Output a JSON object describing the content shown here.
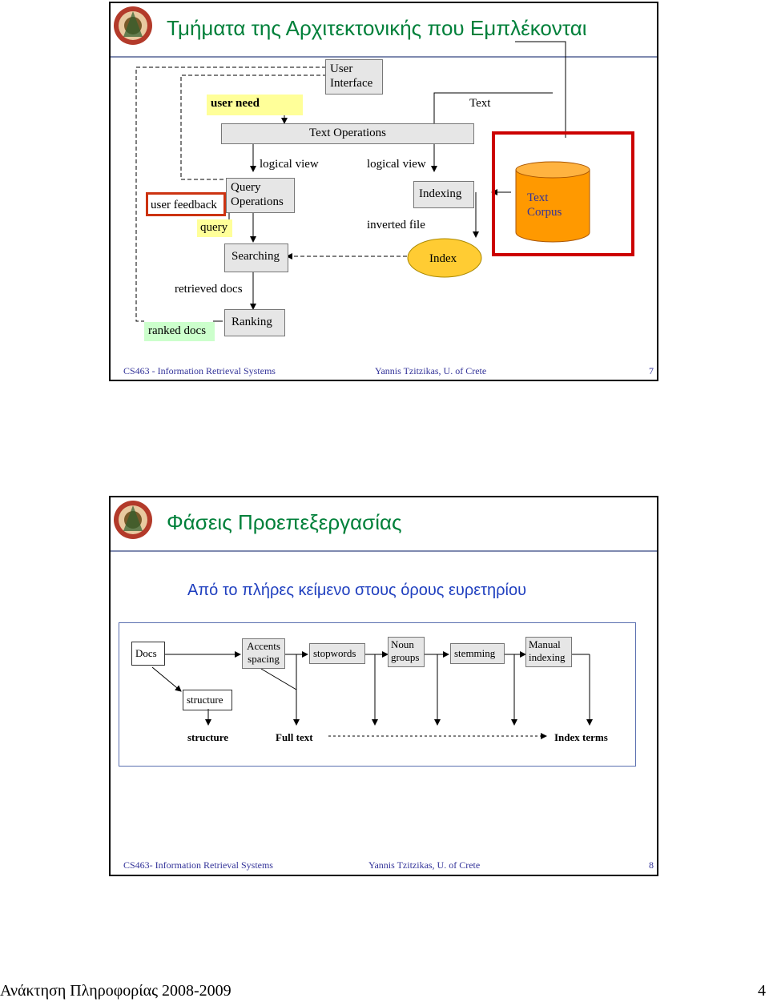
{
  "slide1": {
    "title": "Τμήματα της Αρχιτεκτονικής που Εμπλέκονται",
    "diagram": {
      "user_interface": "User\nInterface",
      "user_need": "user need",
      "text": "Text",
      "text_operations": "Text   Operations",
      "logical_view_1": "logical view",
      "logical_view_2": "logical view",
      "query_operations": "Query\nOperations",
      "user_feedback": "user feedback",
      "query": "query",
      "indexing": "Indexing",
      "inverted_file": "inverted file",
      "text_corpus": "Text\nCorpus",
      "searching": "Searching",
      "index": "Index",
      "retrieved_docs": "retrieved docs",
      "ranked_docs": "ranked docs",
      "ranking": "Ranking"
    },
    "footer": {
      "course": "CS463 - Information Retrieval Systems",
      "author": "Yannis Tzitzikas, U. of Crete",
      "page": "7"
    }
  },
  "slide2": {
    "title": "Φάσεις Προεπεξεργασίας",
    "subtitle": "Από το πλήρες κείμενο στους όρους ευρετηρίου",
    "diagram": {
      "docs": "Docs",
      "accents_spacing": "Accents\nspacing",
      "stopwords": "stopwords",
      "noun_groups": "Noun\ngroups",
      "stemming": "stemming",
      "manual_indexing": "Manual\nindexing",
      "structure_box": "structure",
      "structure_out": "structure",
      "full_text": "Full  text",
      "index_terms": "Index terms"
    },
    "footer": {
      "course": "CS463- Information Retrieval Systems",
      "author": "Yannis Tzitzikas, U. of Crete",
      "page": "8"
    }
  },
  "page_footer": {
    "text": "Ανάκτηση Πληροφορίας 2008-2009",
    "page": "4"
  },
  "colors": {
    "title": "#00803a",
    "footer": "#333399",
    "subtitle": "#1f3fbf",
    "highlight_red": "#cc0000",
    "index_fill": "#ffcc33",
    "corpus_fill": "#ff9900"
  }
}
